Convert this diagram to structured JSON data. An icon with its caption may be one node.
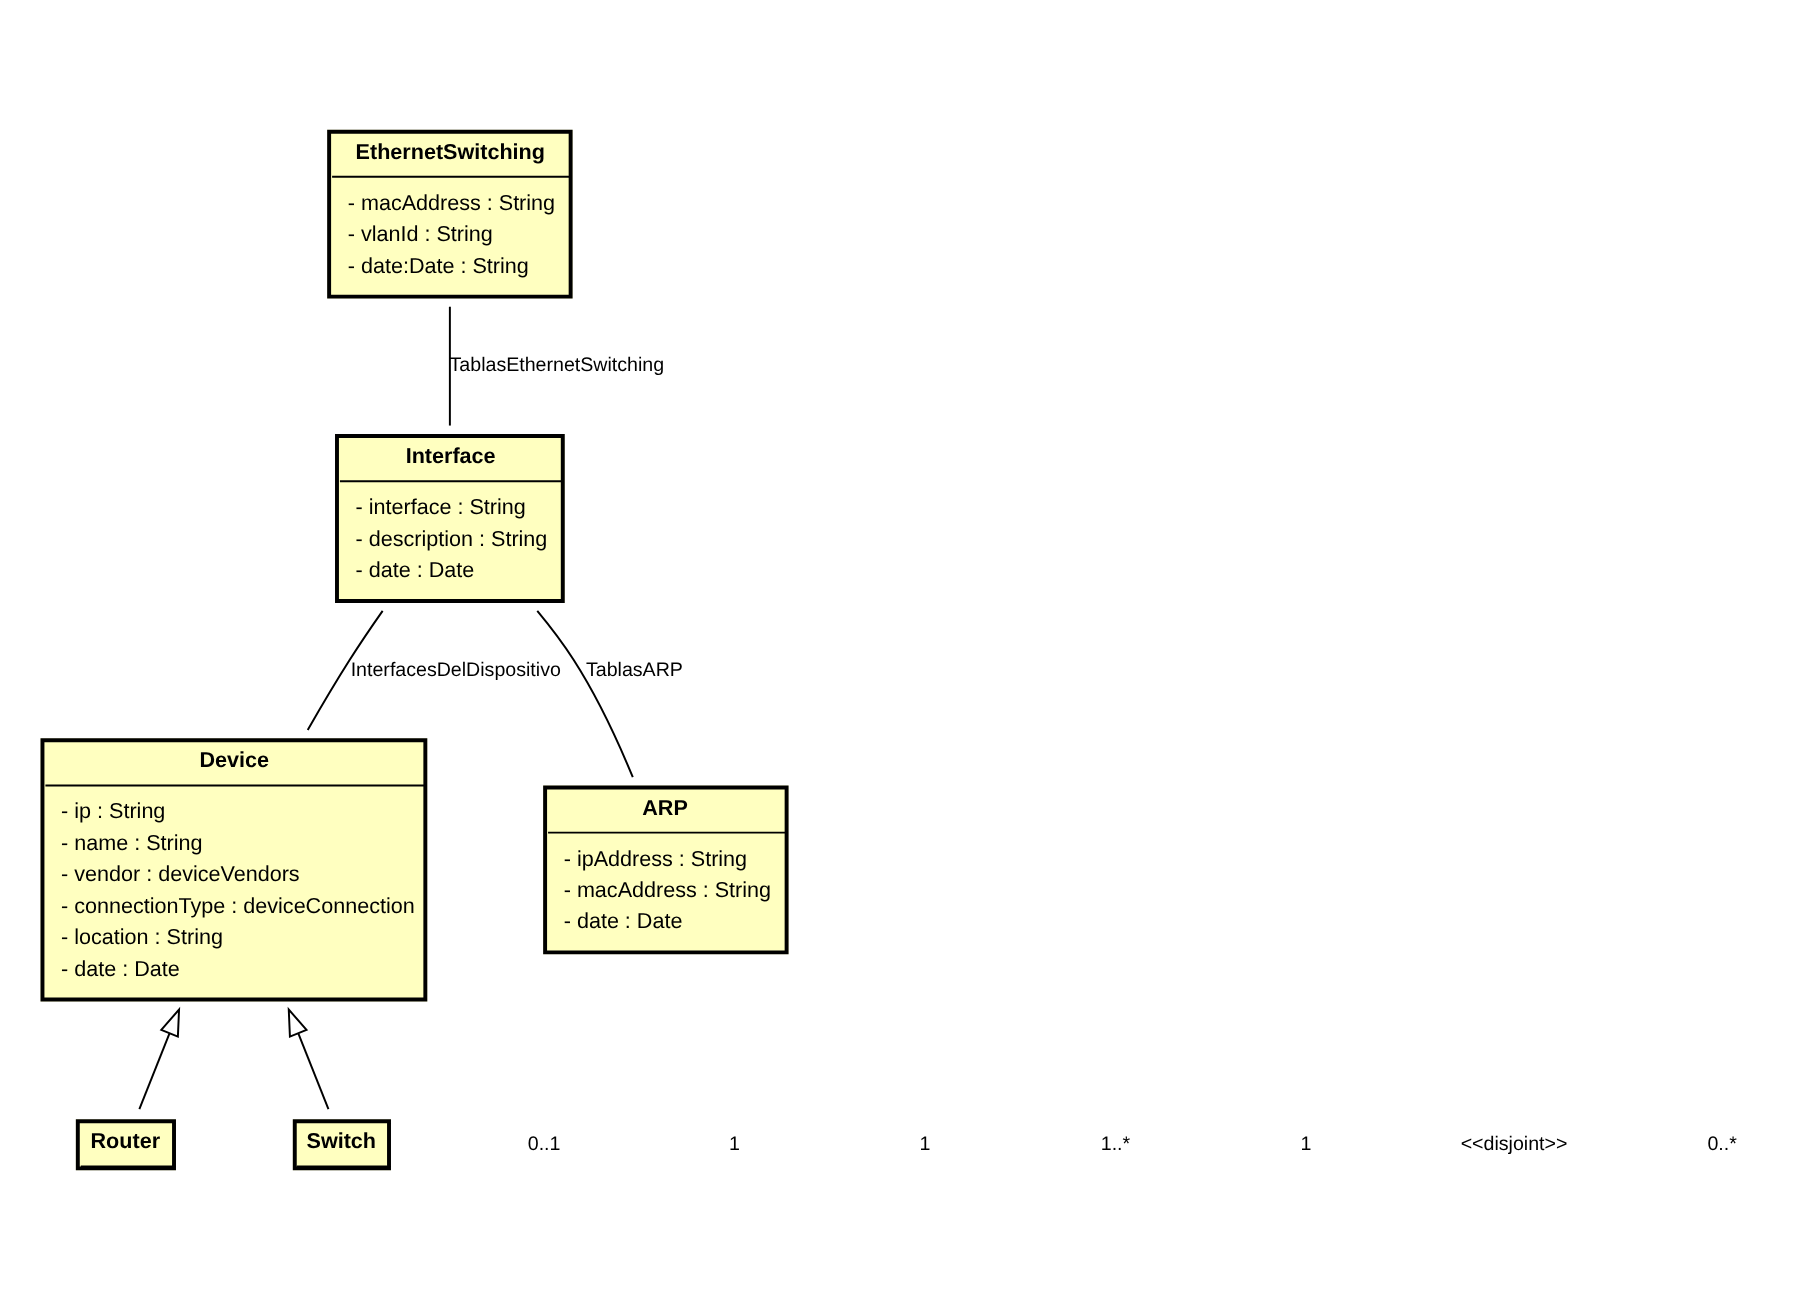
{
  "diagram": {
    "nodes": [
      {
        "text": [
          "EthernetSwitching",
          "- macAddress : String",
          "- vlanId : String",
          "- date:Date : String"
        ]
      },
      {
        "text": [
          "Device",
          "- ip : String",
          "- name : String",
          "- vendor : deviceVendors",
          "- connectionType : deviceConnection",
          "- location : String",
          "- date : Date"
        ]
      },
      {
        "text": [
          "Interface",
          "- interface : String",
          "- description : String",
          "- date : Date"
        ]
      },
      {
        "text": [
          "Router"
        ]
      },
      {
        "text": [
          "Switch"
        ]
      },
      {
        "text": [
          "ARP",
          "- ipAddress : String",
          "- macAddress : String",
          "- date : Date"
        ]
      }
    ],
    "edges": [
      {
        "from": 2,
        "to": 0,
        "arrow": "none",
        "label": "TablasEthernetSwitching"
      },
      {
        "from": 1,
        "to": 2,
        "arrow": "none",
        "label": "InterfacesDelDispositivo"
      },
      {
        "from": 5,
        "to": 2,
        "arrow": "none",
        "label": "TablasARP"
      },
      {
        "from": 3,
        "to": 1,
        "arrow": "to"
      },
      {
        "from": 4,
        "to": 1,
        "arrow": "to"
      }
    ],
    "labels": [
      "0..1",
      "1",
      "1",
      "1..*",
      "1",
      "<<disjoint>>",
      "0..*"
    ]
  }
}
